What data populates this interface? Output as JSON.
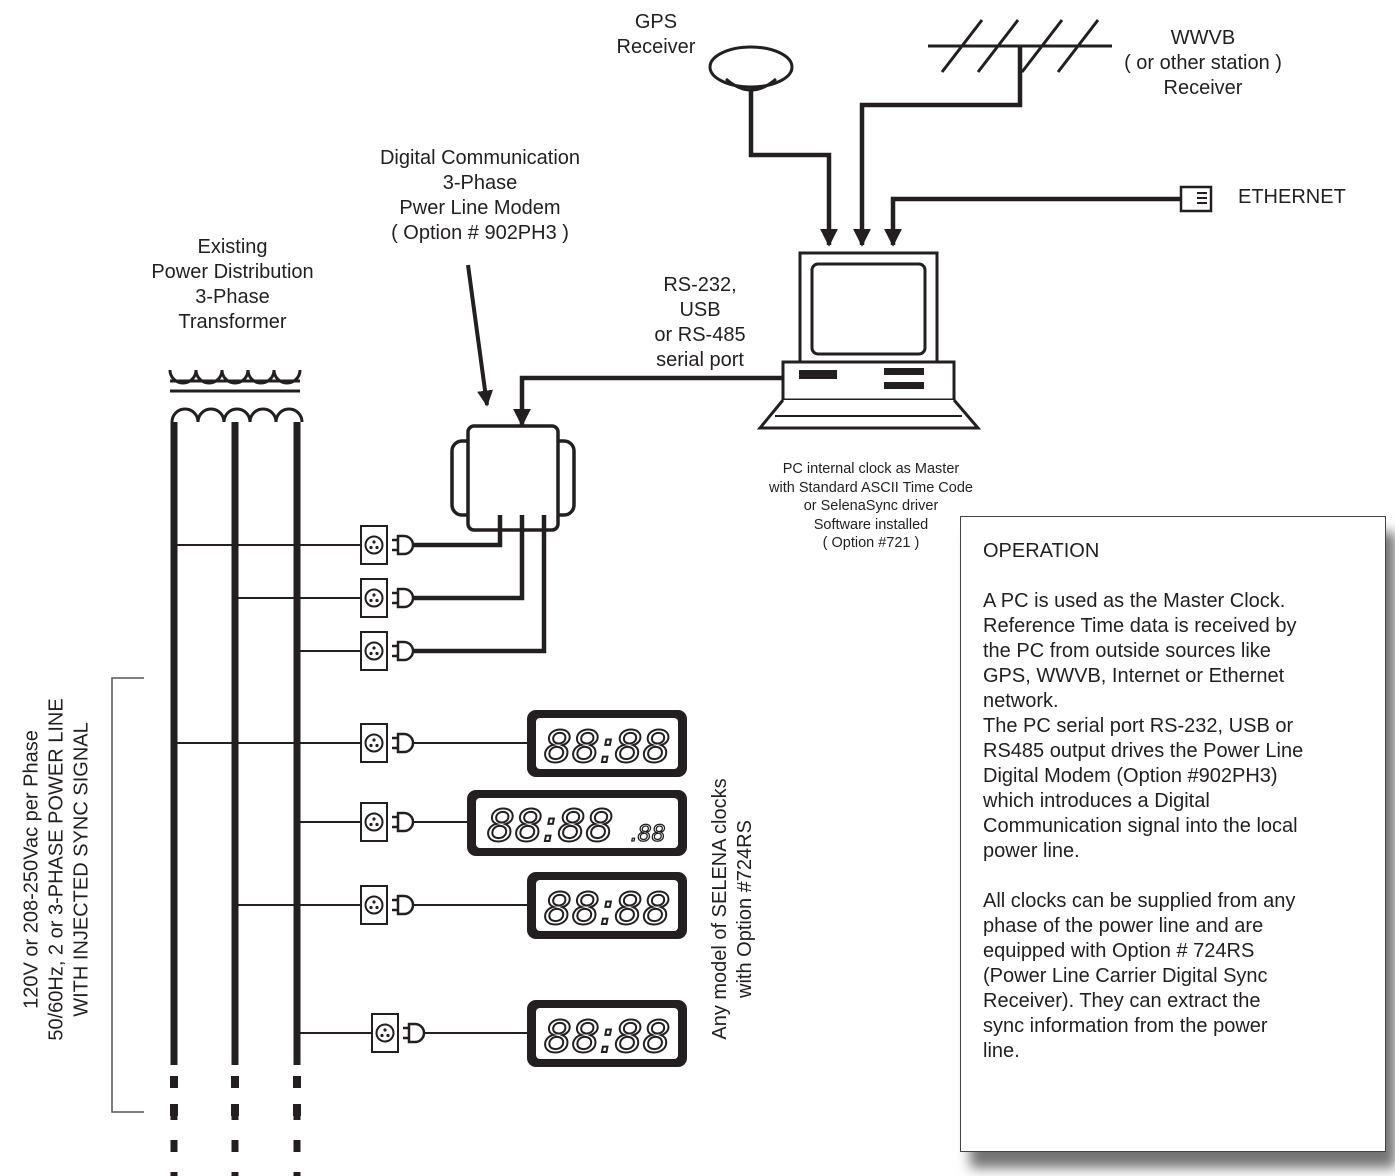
{
  "labels": {
    "gps": [
      "GPS",
      "Receiver"
    ],
    "wwvb": [
      "WWVB",
      "( or other station )",
      "Receiver"
    ],
    "ethernet": "ETHERNET",
    "modem": [
      "Digital Communication",
      "3-Phase",
      "Pwer Line Modem",
      "( Option # 902PH3 )"
    ],
    "transformer": [
      "Existing",
      "Power Distribution",
      "3-Phase",
      "Transformer"
    ],
    "serial": [
      "RS-232,",
      "USB",
      "or RS-485",
      "serial port"
    ],
    "pc": [
      "PC internal clock as Master",
      "with Standard ASCII Time Code",
      "or SelenaSync driver",
      "Software installed",
      "( Option #721 )"
    ],
    "power_line": [
      "120V or 208-250Vac per Phase",
      "50/60Hz, 2 or 3-PHASE POWER LINE",
      "WITH INJECTED SYNC SIGNAL"
    ],
    "clocks_note": [
      "Any model of SELENA clocks",
      "with Option #724RS"
    ]
  },
  "clock_displays": [
    "88:88",
    "88:88",
    "88:88",
    "88:88"
  ],
  "clock_seconds": ".88",
  "operation": {
    "title": "OPERATION",
    "paragraphs": [
      [
        "A PC is used as the Master Clock.",
        "Reference Time data is received by",
        "the PC from outside sources like",
        "GPS, WWVB, Internet or Ethernet",
        "network.",
        "The PC serial port RS-232, USB or",
        "RS485 output drives the Power Line",
        "Digital Modem (Option #902PH3)",
        "which introduces a Digital",
        "Communication signal into the local",
        "power line."
      ],
      [
        "All clocks can be supplied from any",
        "phase of the power line and are",
        "equipped with Option # 724RS",
        "(Power Line Carrier Digital Sync",
        "Receiver). They can extract the",
        "sync information from the power",
        "line."
      ]
    ]
  },
  "colors": {
    "line": "#231f20",
    "shadow": "#555555"
  }
}
